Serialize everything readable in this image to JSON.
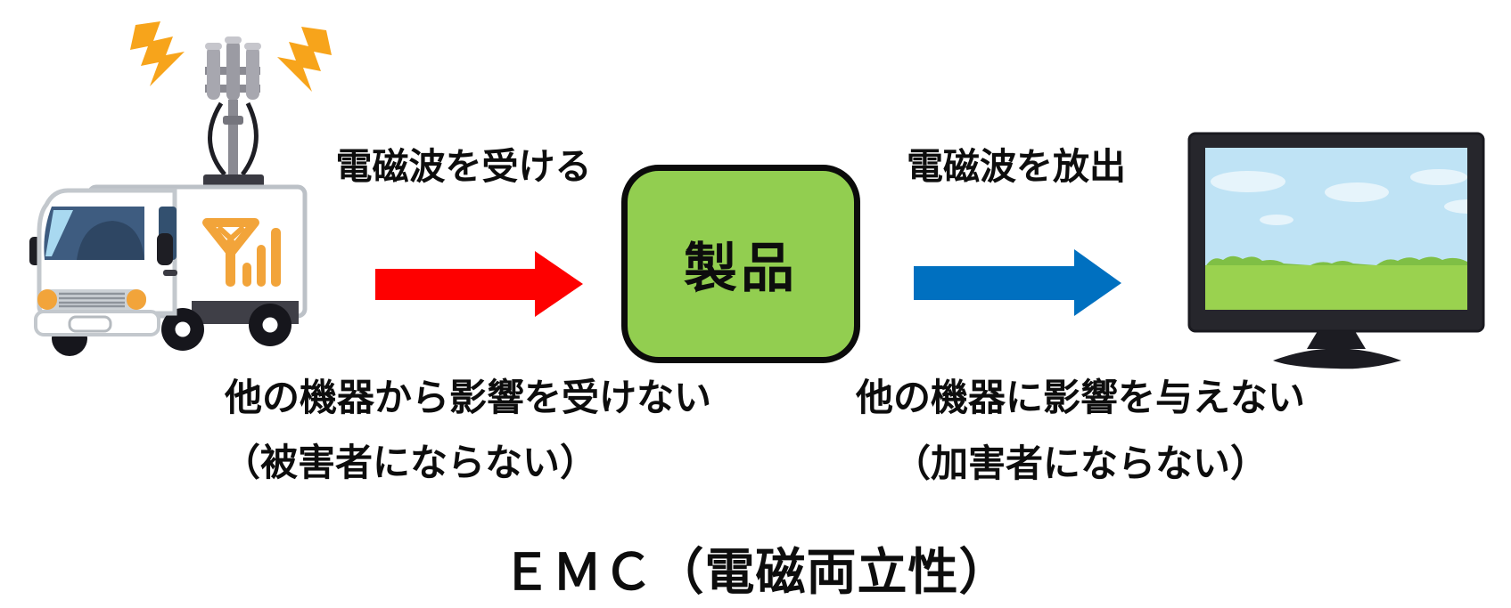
{
  "page": {
    "background": "#FFFFFF",
    "title": "ＥＭＣ（電磁両立性）"
  },
  "diagram": {
    "receive_label": "電磁波を受ける",
    "emit_label": "電磁波を放出",
    "product_box": {
      "label": "製品",
      "fill": "#92CE50",
      "border": "#0B0B0B"
    },
    "left_caption": {
      "line1": "他の機器から影響を受けない",
      "line2": "（被害者にならない）"
    },
    "right_caption": {
      "line1": "他の機器に影響を与えない",
      "line2": "（加害者にならない）"
    },
    "arrows": {
      "left_color": "#FE0000",
      "right_color": "#0070C0"
    },
    "illustrations": {
      "left_icon": "broadcast-van-with-antenna",
      "right_icon": "tv-monitor",
      "bolt_color": "#F7A41B",
      "logo_color": "#F2A43A",
      "grass_color": "#9AD24F",
      "sky_color": "#BFE3F5"
    }
  }
}
